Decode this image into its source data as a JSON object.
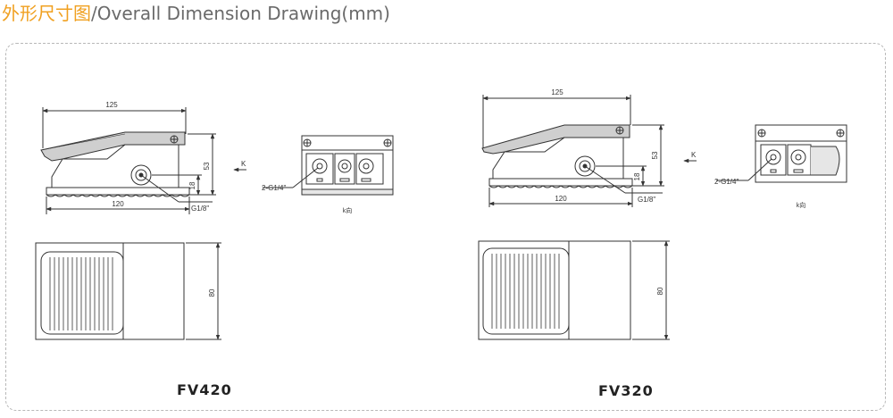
{
  "header": {
    "title_cn": "外形尺寸图",
    "title_en": "/Overall Dimension Drawing(mm)"
  },
  "colors": {
    "title_cn": "#f0a020",
    "title_en": "#6a6a6a",
    "frame_border": "#b8b8b8",
    "line": "#333333"
  },
  "drawings": [
    {
      "model": "FV420",
      "dims": {
        "length_top": "125",
        "length_bottom": "120",
        "height": "53",
        "port_height": "18",
        "width": "80"
      },
      "port_label": "G1/8\"",
      "side_port_label": "2-G1/4\"",
      "view_arrow": "K",
      "view_label": "k向"
    },
    {
      "model": "FV320",
      "dims": {
        "length_top": "125",
        "length_bottom": "120",
        "height": "53",
        "port_height": "18",
        "width": "80"
      },
      "port_label": "G1/8\"",
      "side_port_label": "2-G1/4\"",
      "view_arrow": "K",
      "view_label": "k向"
    }
  ]
}
